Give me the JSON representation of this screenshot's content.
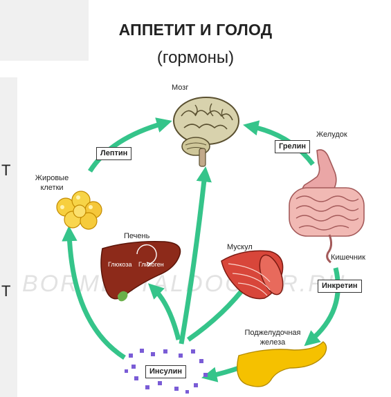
{
  "title": {
    "line1": "АППЕТИТ И ГОЛОД",
    "line2": "(гормоны)"
  },
  "side_letters": {
    "upper": "Т",
    "lower": "Т"
  },
  "organs": {
    "brain": "Мозг",
    "stomach": "Желудок",
    "fat_cells": "Жировые клетки",
    "liver": "Печень",
    "muscle": "Мускул",
    "intestine": "Кишечник",
    "pancreas": "Поджелудочная железа"
  },
  "liver_inner": {
    "glucose": "Глюкоза",
    "glycogen": "Гликоген"
  },
  "hormones": {
    "leptin": "Лептин",
    "ghrelin": "Грелин",
    "incretin": "Инкретин",
    "insulin": "Инсулин"
  },
  "watermark": "BORMENTALDOCTOR.RU",
  "colors": {
    "arrow": "#35c48a",
    "box_border": "#333333",
    "liver": "#8d2a1a",
    "pancreas": "#f5c100"
  }
}
